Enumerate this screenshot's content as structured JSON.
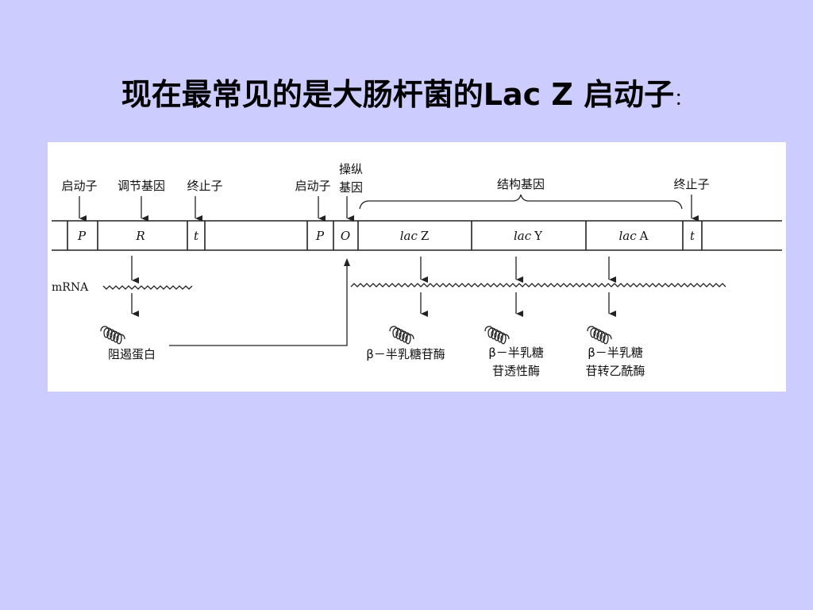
{
  "title": {
    "text": "现在最常见的是大肠杆菌的Lac Z 启动子",
    "colon": "："
  },
  "diagram": {
    "top_labels": {
      "promoter_1": "启动子",
      "regulator_gene": "调节基因",
      "terminator_1": "终止子",
      "promoter_2": "启动子",
      "operator_line1": "操纵",
      "operator_line2": "基因",
      "structural_genes": "结构基因",
      "terminator_2": "终止子"
    },
    "segments": {
      "p1": "P",
      "r": "R",
      "t1": "t",
      "p2": "P",
      "o": "O",
      "lacz_prefix": "lac",
      "lacz_suffix": "Z",
      "lacy_prefix": "lac",
      "lacy_suffix": "Y",
      "laca_prefix": "lac",
      "laca_suffix": "A",
      "t2": "t"
    },
    "mrna_label": "mRNA",
    "products": {
      "repressor": "阻遏蛋白",
      "galactosidase": "β－半乳糖苷酶",
      "permease_line1": "β－半乳糖",
      "permease_line2": "苷透性酶",
      "transacetylase_line1": "β－半乳糖",
      "transacetylase_line2": "苷转乙酰酶"
    }
  }
}
